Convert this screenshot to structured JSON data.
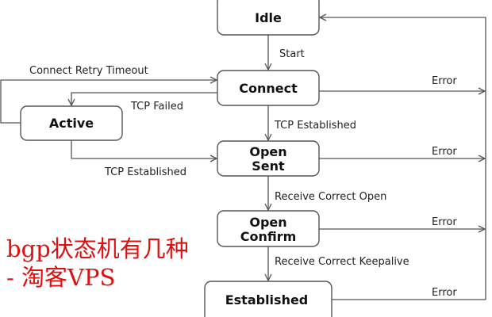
{
  "states": {
    "idle": "Idle",
    "connect": "Connect",
    "active": "Active",
    "open_sent": [
      "Open",
      "Sent"
    ],
    "open_confirm": [
      "Open",
      "Confirm"
    ],
    "established": "Established"
  },
  "transitions": {
    "start": "Start",
    "connect_retry_timeout": "Connect Retry Timeout",
    "tcp_failed": "TCP Failed",
    "tcp_established_connect": "TCP Established",
    "tcp_established_active": "TCP Established",
    "receive_correct_open": "Receive Correct Open",
    "receive_correct_keepalive": "Receive Correct Keepalive",
    "error": [
      "Error",
      "Error",
      "Error",
      "Error"
    ]
  },
  "watermark": "bgp状态机有几种 - 淘客VPS",
  "colors": {
    "watermark": "#e01010",
    "line": "#555555"
  }
}
